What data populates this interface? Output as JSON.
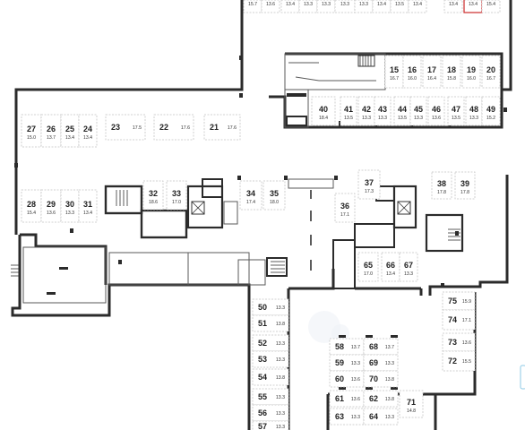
{
  "colors": {
    "wall": "#2b2b2b",
    "highlight": "#d03a3a",
    "side_tab": "#8ecae6"
  },
  "spots": [
    {
      "id": "t1",
      "num": "",
      "area": "15.7"
    },
    {
      "id": "t2",
      "num": "",
      "area": "13.6"
    },
    {
      "id": "t3",
      "num": "",
      "area": "13.4"
    },
    {
      "id": "t4",
      "num": "",
      "area": "13.3"
    },
    {
      "id": "t5",
      "num": "",
      "area": "13.3"
    },
    {
      "id": "t6",
      "num": "",
      "area": "13.3"
    },
    {
      "id": "t7",
      "num": "",
      "area": "13.3"
    },
    {
      "id": "t8",
      "num": "",
      "area": "13.4"
    },
    {
      "id": "t9",
      "num": "",
      "area": "13.5"
    },
    {
      "id": "t10",
      "num": "",
      "area": "13.4"
    },
    {
      "id": "t11",
      "num": "",
      "area": "13.4"
    },
    {
      "id": "t12",
      "num": "",
      "area": "13.4",
      "selected": true
    },
    {
      "id": "t13",
      "num": "",
      "area": "15.4"
    },
    {
      "id": "15",
      "num": "15",
      "area": "16.7"
    },
    {
      "id": "16",
      "num": "16",
      "area": "16.0"
    },
    {
      "id": "17",
      "num": "17",
      "area": "16.4"
    },
    {
      "id": "18",
      "num": "18",
      "area": "15.8"
    },
    {
      "id": "19",
      "num": "19",
      "area": "16.0"
    },
    {
      "id": "20",
      "num": "20",
      "area": "16.7"
    },
    {
      "id": "40",
      "num": "40",
      "area": "18.4"
    },
    {
      "id": "41",
      "num": "41",
      "area": "13.5"
    },
    {
      "id": "42",
      "num": "42",
      "area": "13.3"
    },
    {
      "id": "43",
      "num": "43",
      "area": "13.3"
    },
    {
      "id": "44",
      "num": "44",
      "area": "13.5"
    },
    {
      "id": "45",
      "num": "45",
      "area": "13.3"
    },
    {
      "id": "46",
      "num": "46",
      "area": "13.6"
    },
    {
      "id": "47",
      "num": "47",
      "area": "13.5"
    },
    {
      "id": "48",
      "num": "48",
      "area": "13.3"
    },
    {
      "id": "49",
      "num": "49",
      "area": "15.2"
    },
    {
      "id": "27",
      "num": "27",
      "area": "15.0"
    },
    {
      "id": "26",
      "num": "26",
      "area": "13.7"
    },
    {
      "id": "25",
      "num": "25",
      "area": "13.4"
    },
    {
      "id": "24",
      "num": "24",
      "area": "13.4"
    },
    {
      "id": "23",
      "num": "23",
      "area": "17.5"
    },
    {
      "id": "22",
      "num": "22",
      "area": "17.6"
    },
    {
      "id": "21",
      "num": "21",
      "area": "17.6"
    },
    {
      "id": "28",
      "num": "28",
      "area": "15.4"
    },
    {
      "id": "29",
      "num": "29",
      "area": "13.6"
    },
    {
      "id": "30",
      "num": "30",
      "area": "13.3"
    },
    {
      "id": "31",
      "num": "31",
      "area": "13.4"
    },
    {
      "id": "32",
      "num": "32",
      "area": "18.6"
    },
    {
      "id": "33",
      "num": "33",
      "area": "17.0"
    },
    {
      "id": "34",
      "num": "34",
      "area": "17.4"
    },
    {
      "id": "35",
      "num": "35",
      "area": "18.0"
    },
    {
      "id": "36",
      "num": "36",
      "area": "17.1"
    },
    {
      "id": "37",
      "num": "37",
      "area": "17.3"
    },
    {
      "id": "38",
      "num": "38",
      "area": "17.8"
    },
    {
      "id": "39",
      "num": "39",
      "area": "17.8"
    },
    {
      "id": "65",
      "num": "65",
      "area": "17.0"
    },
    {
      "id": "66",
      "num": "66",
      "area": "13.4"
    },
    {
      "id": "67",
      "num": "67",
      "area": "13.3"
    },
    {
      "id": "50",
      "num": "50",
      "area": "13.3"
    },
    {
      "id": "51",
      "num": "51",
      "area": "13.8"
    },
    {
      "id": "52",
      "num": "52",
      "area": "13.3"
    },
    {
      "id": "53",
      "num": "53",
      "area": "13.3"
    },
    {
      "id": "54",
      "num": "54",
      "area": "13.8"
    },
    {
      "id": "55",
      "num": "55",
      "area": "13.3"
    },
    {
      "id": "56",
      "num": "56",
      "area": "13.3"
    },
    {
      "id": "57",
      "num": "57",
      "area": "13.3"
    },
    {
      "id": "58",
      "num": "58",
      "area": "13.7"
    },
    {
      "id": "68",
      "num": "68",
      "area": "13.7"
    },
    {
      "id": "59",
      "num": "59",
      "area": "13.3"
    },
    {
      "id": "69",
      "num": "69",
      "area": "13.3"
    },
    {
      "id": "60",
      "num": "60",
      "area": "13.6"
    },
    {
      "id": "70",
      "num": "70",
      "area": "13.8"
    },
    {
      "id": "61",
      "num": "61",
      "area": "13.6"
    },
    {
      "id": "62",
      "num": "62",
      "area": "13.8"
    },
    {
      "id": "71",
      "num": "71",
      "area": "14.8"
    },
    {
      "id": "63",
      "num": "63",
      "area": "13.3"
    },
    {
      "id": "64",
      "num": "64",
      "area": "13.3"
    },
    {
      "id": "75",
      "num": "75",
      "area": "15.9"
    },
    {
      "id": "74",
      "num": "74",
      "area": "17.1"
    },
    {
      "id": "73",
      "num": "73",
      "area": "13.6"
    },
    {
      "id": "72",
      "num": "72",
      "area": "15.5"
    }
  ]
}
